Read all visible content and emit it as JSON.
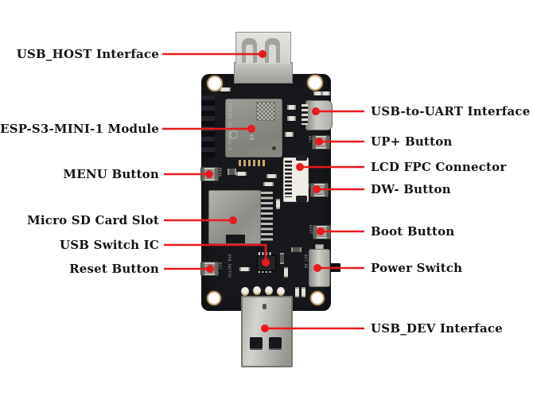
{
  "colors": {
    "annotation_red": "#e8191f",
    "pcb_black": "#17181c",
    "background": "#ffffff"
  },
  "labels": {
    "left": [
      {
        "id": "usb-host",
        "text": "USB_HOST Interface"
      },
      {
        "id": "esp-module",
        "text": "ESP-S3-MINI-1 Module"
      },
      {
        "id": "menu-button",
        "text": "MENU Button"
      },
      {
        "id": "sd-slot",
        "text": "Micro SD Card Slot"
      },
      {
        "id": "usb-switch-ic",
        "text": "USB Switch IC"
      },
      {
        "id": "reset-button",
        "text": "Reset Button"
      }
    ],
    "right": [
      {
        "id": "usb-uart",
        "text": "USB-to-UART Interface"
      },
      {
        "id": "up-button",
        "text": "UP+ Button"
      },
      {
        "id": "lcd-fpc",
        "text": "LCD FPC Connector"
      },
      {
        "id": "dw-button",
        "text": "DW- Button"
      },
      {
        "id": "boot-button",
        "text": "Boot Button"
      },
      {
        "id": "power-switch",
        "text": "Power Switch"
      },
      {
        "id": "usb-dev",
        "text": "USB_DEV Interface"
      }
    ]
  },
  "board": {
    "silkscreen": {
      "menu": "MENU",
      "rst": "RST",
      "boot": "BOOT",
      "up": "UP+",
      "dw": "DW-",
      "bat_sw": "BAT_SW",
      "usb_switch": "USB_SWITCH",
      "module_marking": "ESP32-S3-MINI-1",
      "ce_mark": "CE"
    }
  }
}
